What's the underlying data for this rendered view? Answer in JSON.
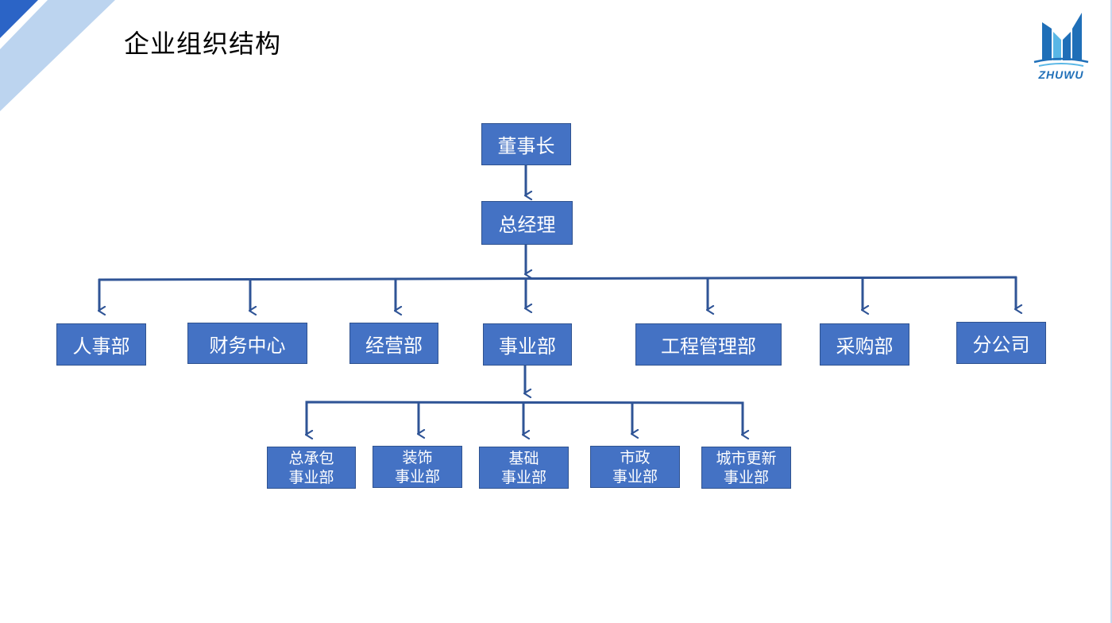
{
  "title": "企业组织结构",
  "logo": {
    "text": "ZHUWU",
    "colors": {
      "primary": "#1f6fb8",
      "light": "#59b7e6"
    }
  },
  "colors": {
    "node_fill": "#4472c4",
    "node_border": "#2f528f",
    "connector": "#2f5496",
    "accent": "#2b64c6",
    "accent_light": "#bcd4ef"
  },
  "org": {
    "board": "董事长",
    "gm": "总经理",
    "departments": [
      "人事部",
      "财务中心",
      "经营部",
      "事业部",
      "工程管理部",
      "采购部",
      "分公司"
    ],
    "divisions": [
      {
        "line1": "总承包",
        "line2": "事业部"
      },
      {
        "line1": "装饰",
        "line2": "事业部"
      },
      {
        "line1": "基础",
        "line2": "事业部"
      },
      {
        "line1": "市政",
        "line2": "事业部"
      },
      {
        "line1": "城市更新",
        "line2": "事业部"
      }
    ]
  }
}
